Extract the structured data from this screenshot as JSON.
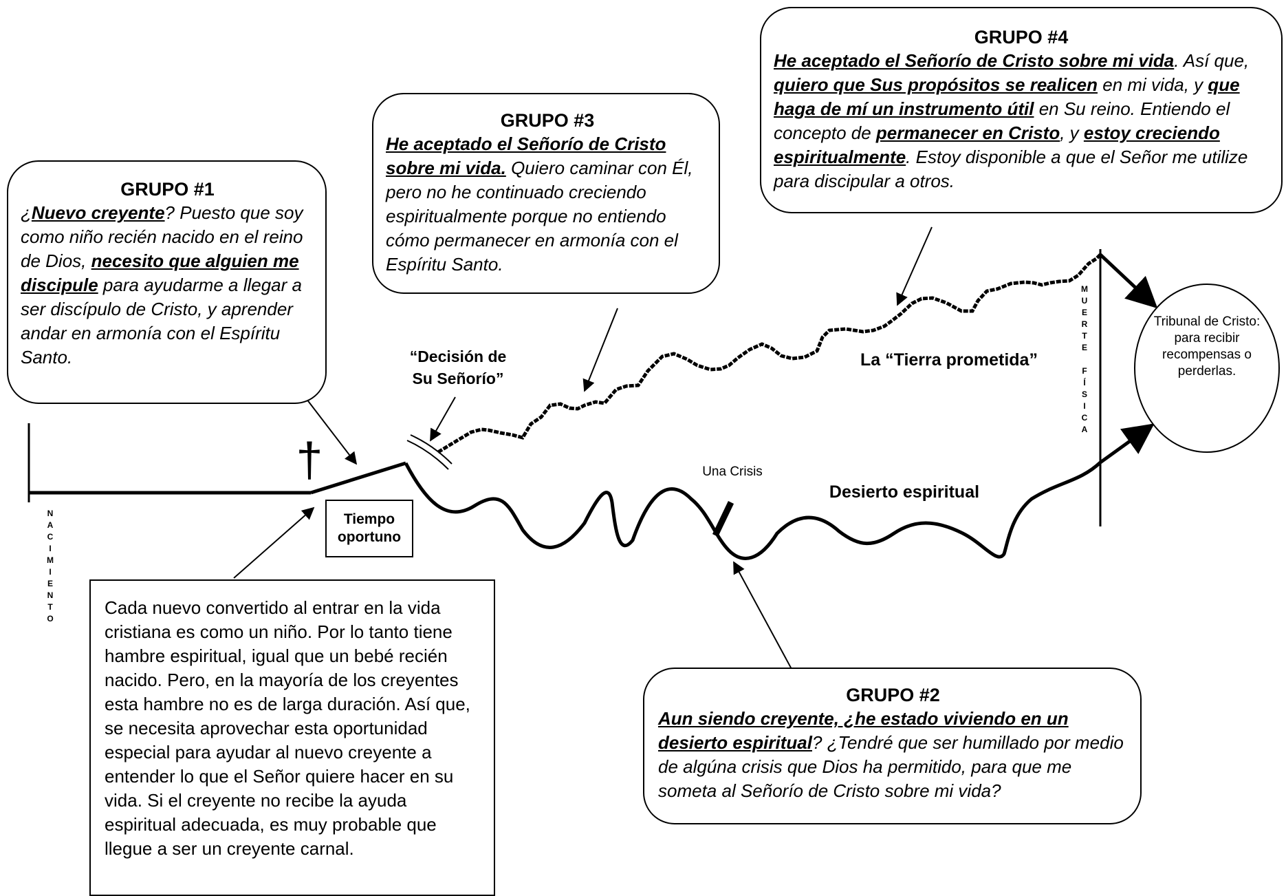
{
  "group1": {
    "title": "GRUPO #1",
    "p1": "¿",
    "u1": "Nuevo creyente",
    "p2": "? Puesto que soy como niño recién nacido en el reino de Dios, ",
    "u2": "necesito que alguien me discipule",
    "p3": " para ayudarme a llegar a ser discípulo de Cristo, y aprender andar en armonía con el Espíritu Santo."
  },
  "group2": {
    "title": "GRUPO #2",
    "u1": "Aun siendo creyente, ¿he estado viviendo en un desierto espiritual",
    "p1": "? ¿Tendré que ser humillado por medio de algúna crisis que Dios ha permitido, para que me someta al Señorío de Cristo sobre mi vida?"
  },
  "group3": {
    "title": "GRUPO #3",
    "u1": "He aceptado el Señorío de Cristo sobre mi vida.",
    "p1": " Quiero caminar con Él, pero no he continuado creciendo espiritualmente porque no entiendo cómo permanecer en armonía con el Espíritu Santo."
  },
  "group4": {
    "title": "GRUPO #4",
    "u1": "He aceptado el Señorío de Cristo sobre mi vida",
    "p1": ". Así que, ",
    "u2": "quiero que Sus propósitos se realicen",
    "p2": " en mi vida, y ",
    "u3": "que haga de mí un instrumento útil",
    "p3": " en Su reino.  Entiendo el concepto de ",
    "u4": "permanecer en Cristo",
    "p4": ", y ",
    "u5": "estoy creciendo espiritualmente",
    "p5": ".  Estoy disponible a que el Señor me utilize para discipular a otros."
  },
  "explanation": "Cada nuevo convertido al entrar en la vida cristiana es como un niño.  Por lo tanto tiene hambre espiritual, igual que un bebé recién nacido.  Pero, en la mayoría de los creyentes esta hambre no es de larga duración.  Así que, se necesita aprovechar esta oportunidad especial para ayudar al nuevo creyente a entender lo que el Señor quiere hacer en su vida.  Si el creyente no recibe la ayuda espiritual adecuada, es muy probable que llegue a ser un creyente carnal.",
  "labels": {
    "decision": "“Decisión de Su Señorío”",
    "tiempo": "Tiempo oportuno",
    "tierra": "La “Tierra prometida”",
    "desierto": "Desierto espiritual",
    "crisis": "Una Crisis",
    "tribunal": "Tribunal de Cristo: para recibir recompensas o perderlas.",
    "cross": "†",
    "nacimiento": [
      "N",
      "A",
      "C",
      "I",
      "M",
      "I",
      "E",
      "N",
      "T",
      "O"
    ],
    "muerte": [
      "M",
      "U",
      "E",
      "R",
      "T",
      "E",
      "",
      "F",
      "Í",
      "S",
      "I",
      "C",
      "A"
    ]
  }
}
